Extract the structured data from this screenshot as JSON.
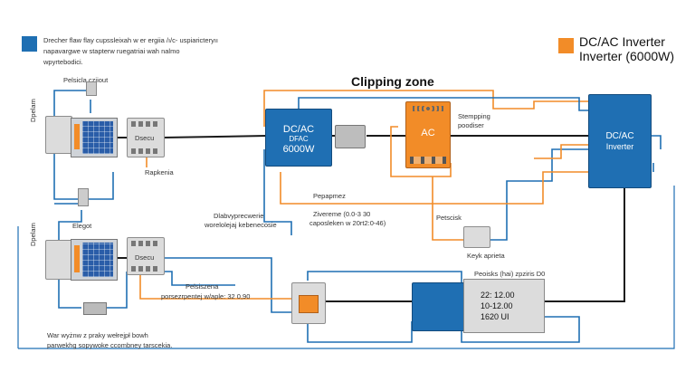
{
  "legend": {
    "blue_text_line1": "Drecher flaw flay cupssleixah w er ergiia  /ı/c- uspiaricteryıı",
    "blue_text_line2": "napavargwe w stapterw ruegatriai wah nalmo",
    "blue_text_line3": "wpyrtebodici.",
    "blue_color": "#1f6fb3",
    "orange_title_line1": "DC/AC Inverter",
    "orange_title_line2": "Inverter (6000W)",
    "orange_color": "#f28c28"
  },
  "title": "Clipping zone",
  "labels": {
    "pelsicla": "Pelsicla çziiout",
    "dpelam_top": "Dpelam",
    "dsecu_top": "Dsecu",
    "rapkenia": "Rapkenia",
    "dpelam_bottom": "Dpelam",
    "elegot": "Elegot",
    "dsecu_bottom": "Dsecu",
    "main_inverter_line1": "DC/AC",
    "main_inverter_line2": "DFAC",
    "main_inverter_line3": "6000W",
    "ac": "AC",
    "right_inverter_line1": "DC/AC",
    "right_inverter_line2": "Inverter",
    "stempping_line1": "Stempping",
    "stempping_line2": "poodiser",
    "dlabvypre_line1": "Dlabvyprecwerie",
    "dlabvypre_line2": "worelolejaj kebenecosie",
    "pepapmez": "Pepapmez",
    "zivereme_line1": "Zivereme (0.0-3 30",
    "zivereme_line2": "caposleken w 20rt2:0-46)",
    "petscisk": "Petscisk",
    "keyk": "Keyk aprieta",
    "pelsiszena_line1": "Pelsiszena",
    "pelsiszena_line2": "porsezrpentej w/aple: 32 0,90",
    "peoisks": "Peoisks (hai) zpziris D0",
    "battery_line1": "22: 12.00",
    "battery_line2": "10-12.00",
    "battery_line3": "1620 UI",
    "footnote_line1": "War wyżnw z praky wełrejpł bowh",
    "footnote_line2": "parwekhg sopywoke ccombney tarscekia."
  }
}
